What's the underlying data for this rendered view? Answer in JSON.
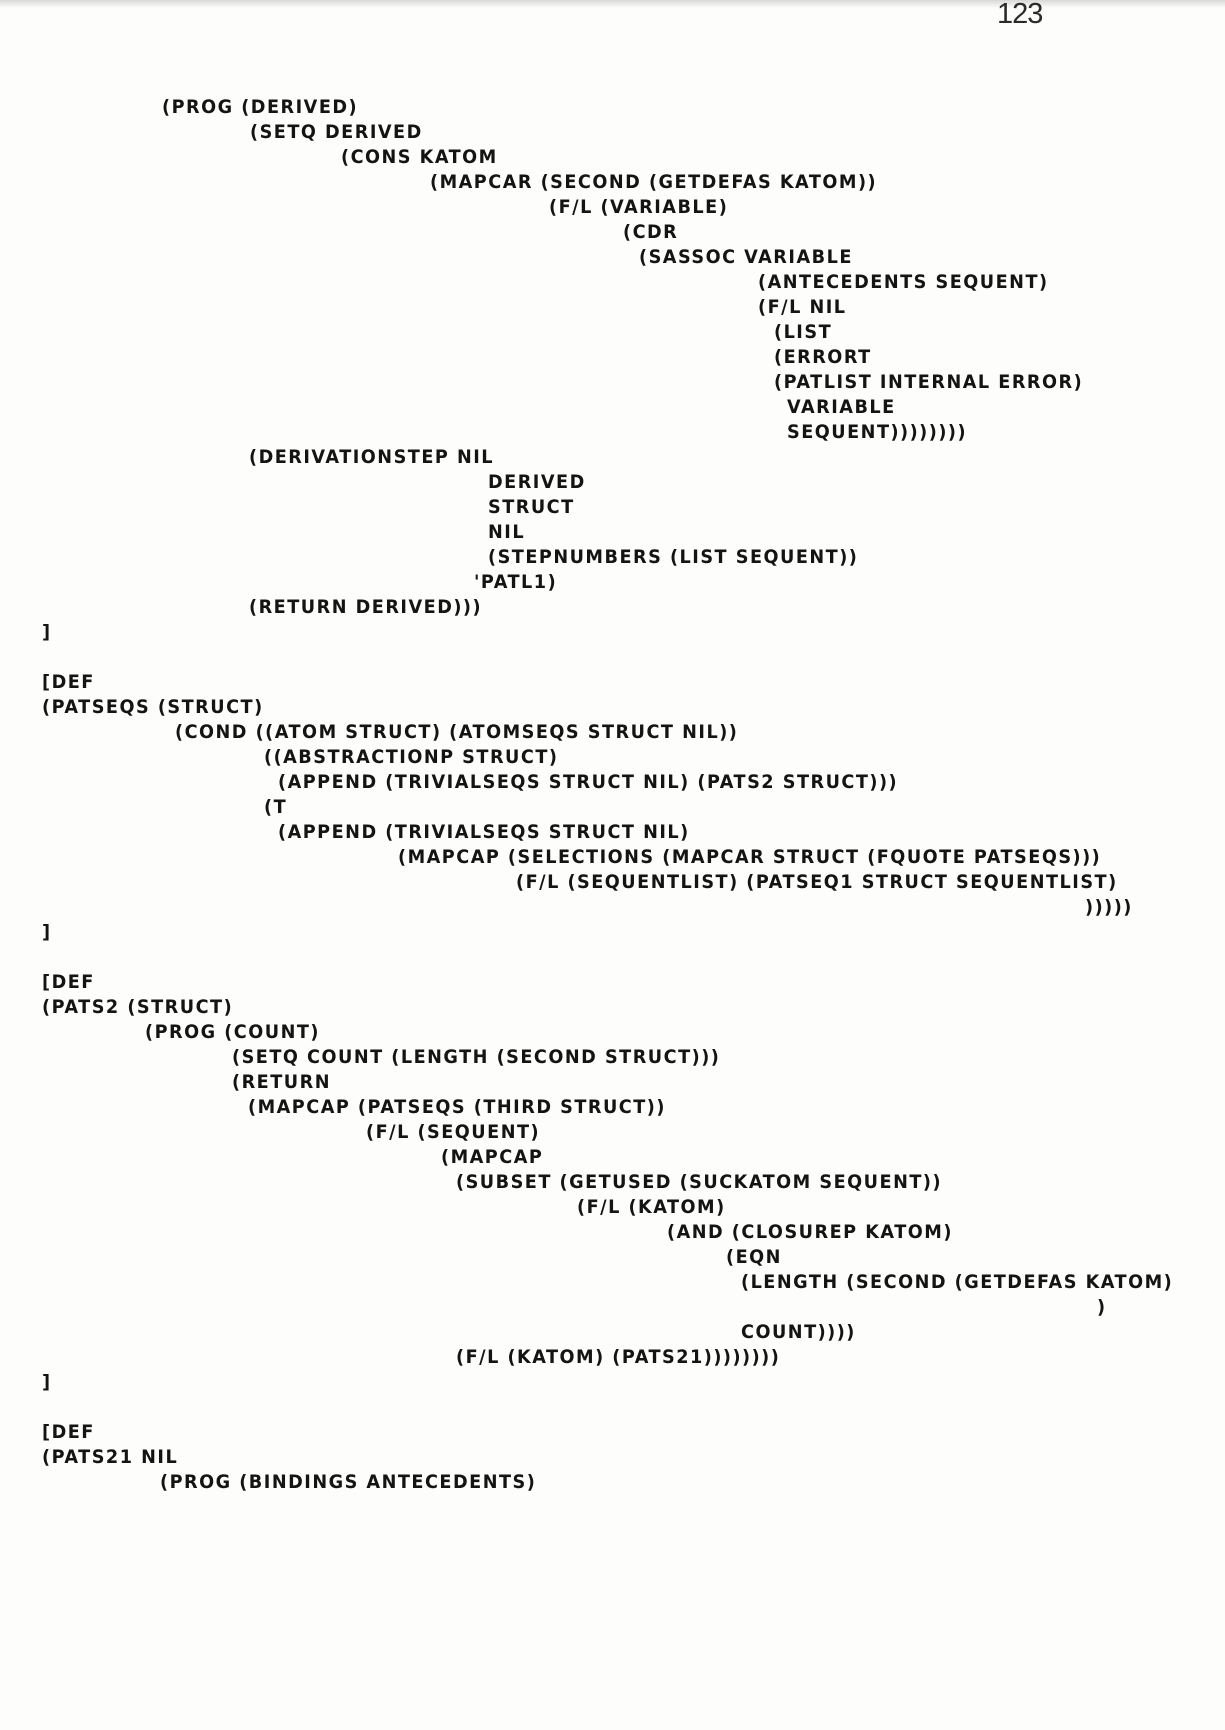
{
  "page": {
    "number": "123"
  },
  "lines": [
    "(PROG (DERIVED)",
    "(SETQ DERIVED",
    "(CONS KATOM",
    "(MAPCAR (SECOND (GETDEFAS KATOM))",
    "(F/L (VARIABLE)",
    "(CDR",
    "(SASSOC VARIABLE",
    "(ANTECEDENTS SEQUENT)",
    "(F/L NIL",
    "(LIST",
    "(ERRORT",
    "(PATLIST INTERNAL ERROR)",
    "VARIABLE",
    "SEQUENT))))))))",
    "(DERIVATIONSTEP NIL",
    "DERIVED",
    "STRUCT",
    "NIL",
    "(STEPNUMBERS (LIST SEQUENT))",
    "'PATL1)",
    "(RETURN DERIVED)))",
    "]",
    "[DEF",
    "(PATSEQS (STRUCT)",
    "(COND ((ATOM STRUCT) (ATOMSEQS STRUCT NIL))",
    "((ABSTRACTIONP STRUCT)",
    "(APPEND (TRIVIALSEQS STRUCT NIL) (PATS2 STRUCT)))",
    "(T",
    "(APPEND (TRIVIALSEQS STRUCT NIL)",
    "(MAPCAP (SELECTIONS (MAPCAR STRUCT (FQUOTE PATSEQS)))",
    "(F/L (SEQUENTLIST) (PATSEQ1 STRUCT SEQUENTLIST)",
    ")))))",
    "]",
    "[DEF",
    "(PATS2 (STRUCT)",
    "(PROG (COUNT)",
    "(SETQ COUNT (LENGTH (SECOND STRUCT)))",
    "(RETURN",
    "(MAPCAP (PATSEQS (THIRD STRUCT))",
    "(F/L (SEQUENT)",
    "(MAPCAP",
    "(SUBSET (GETUSED (SUCKATOM SEQUENT))",
    "(F/L (KATOM)",
    "(AND (CLOSUREP KATOM)",
    "(EQN",
    "(LENGTH (SECOND (GETDEFAS KATOM)",
    ")",
    "COUNT))))",
    "(F/L (KATOM) (PATS21))))))))",
    "]",
    "[DEF",
    "(PATS21 NIL",
    "(PROG (BINDINGS ANTECEDENTS)"
  ]
}
